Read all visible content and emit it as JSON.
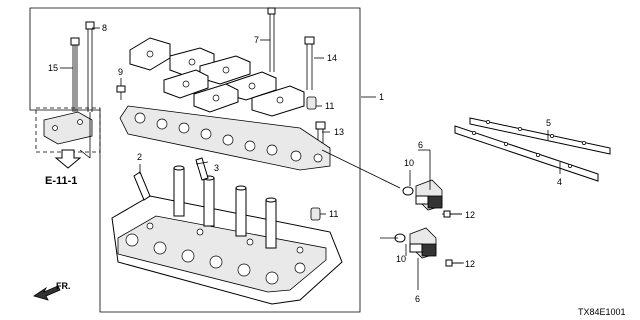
{
  "diagram": {
    "callouts": {
      "c1": "1",
      "c2": "2",
      "c3": "3",
      "c4": "4",
      "c5": "5",
      "c6a": "6",
      "c6b": "6",
      "c7": "7",
      "c8": "8",
      "c9": "9",
      "c10a": "10",
      "c10b": "10",
      "c11a": "11",
      "c11b": "11",
      "c12a": "12",
      "c12b": "12",
      "c13": "13",
      "c14": "14",
      "c15": "15"
    },
    "reference": "E-11-1",
    "direction": "FR.",
    "drawing_code": "TX84E1001"
  }
}
